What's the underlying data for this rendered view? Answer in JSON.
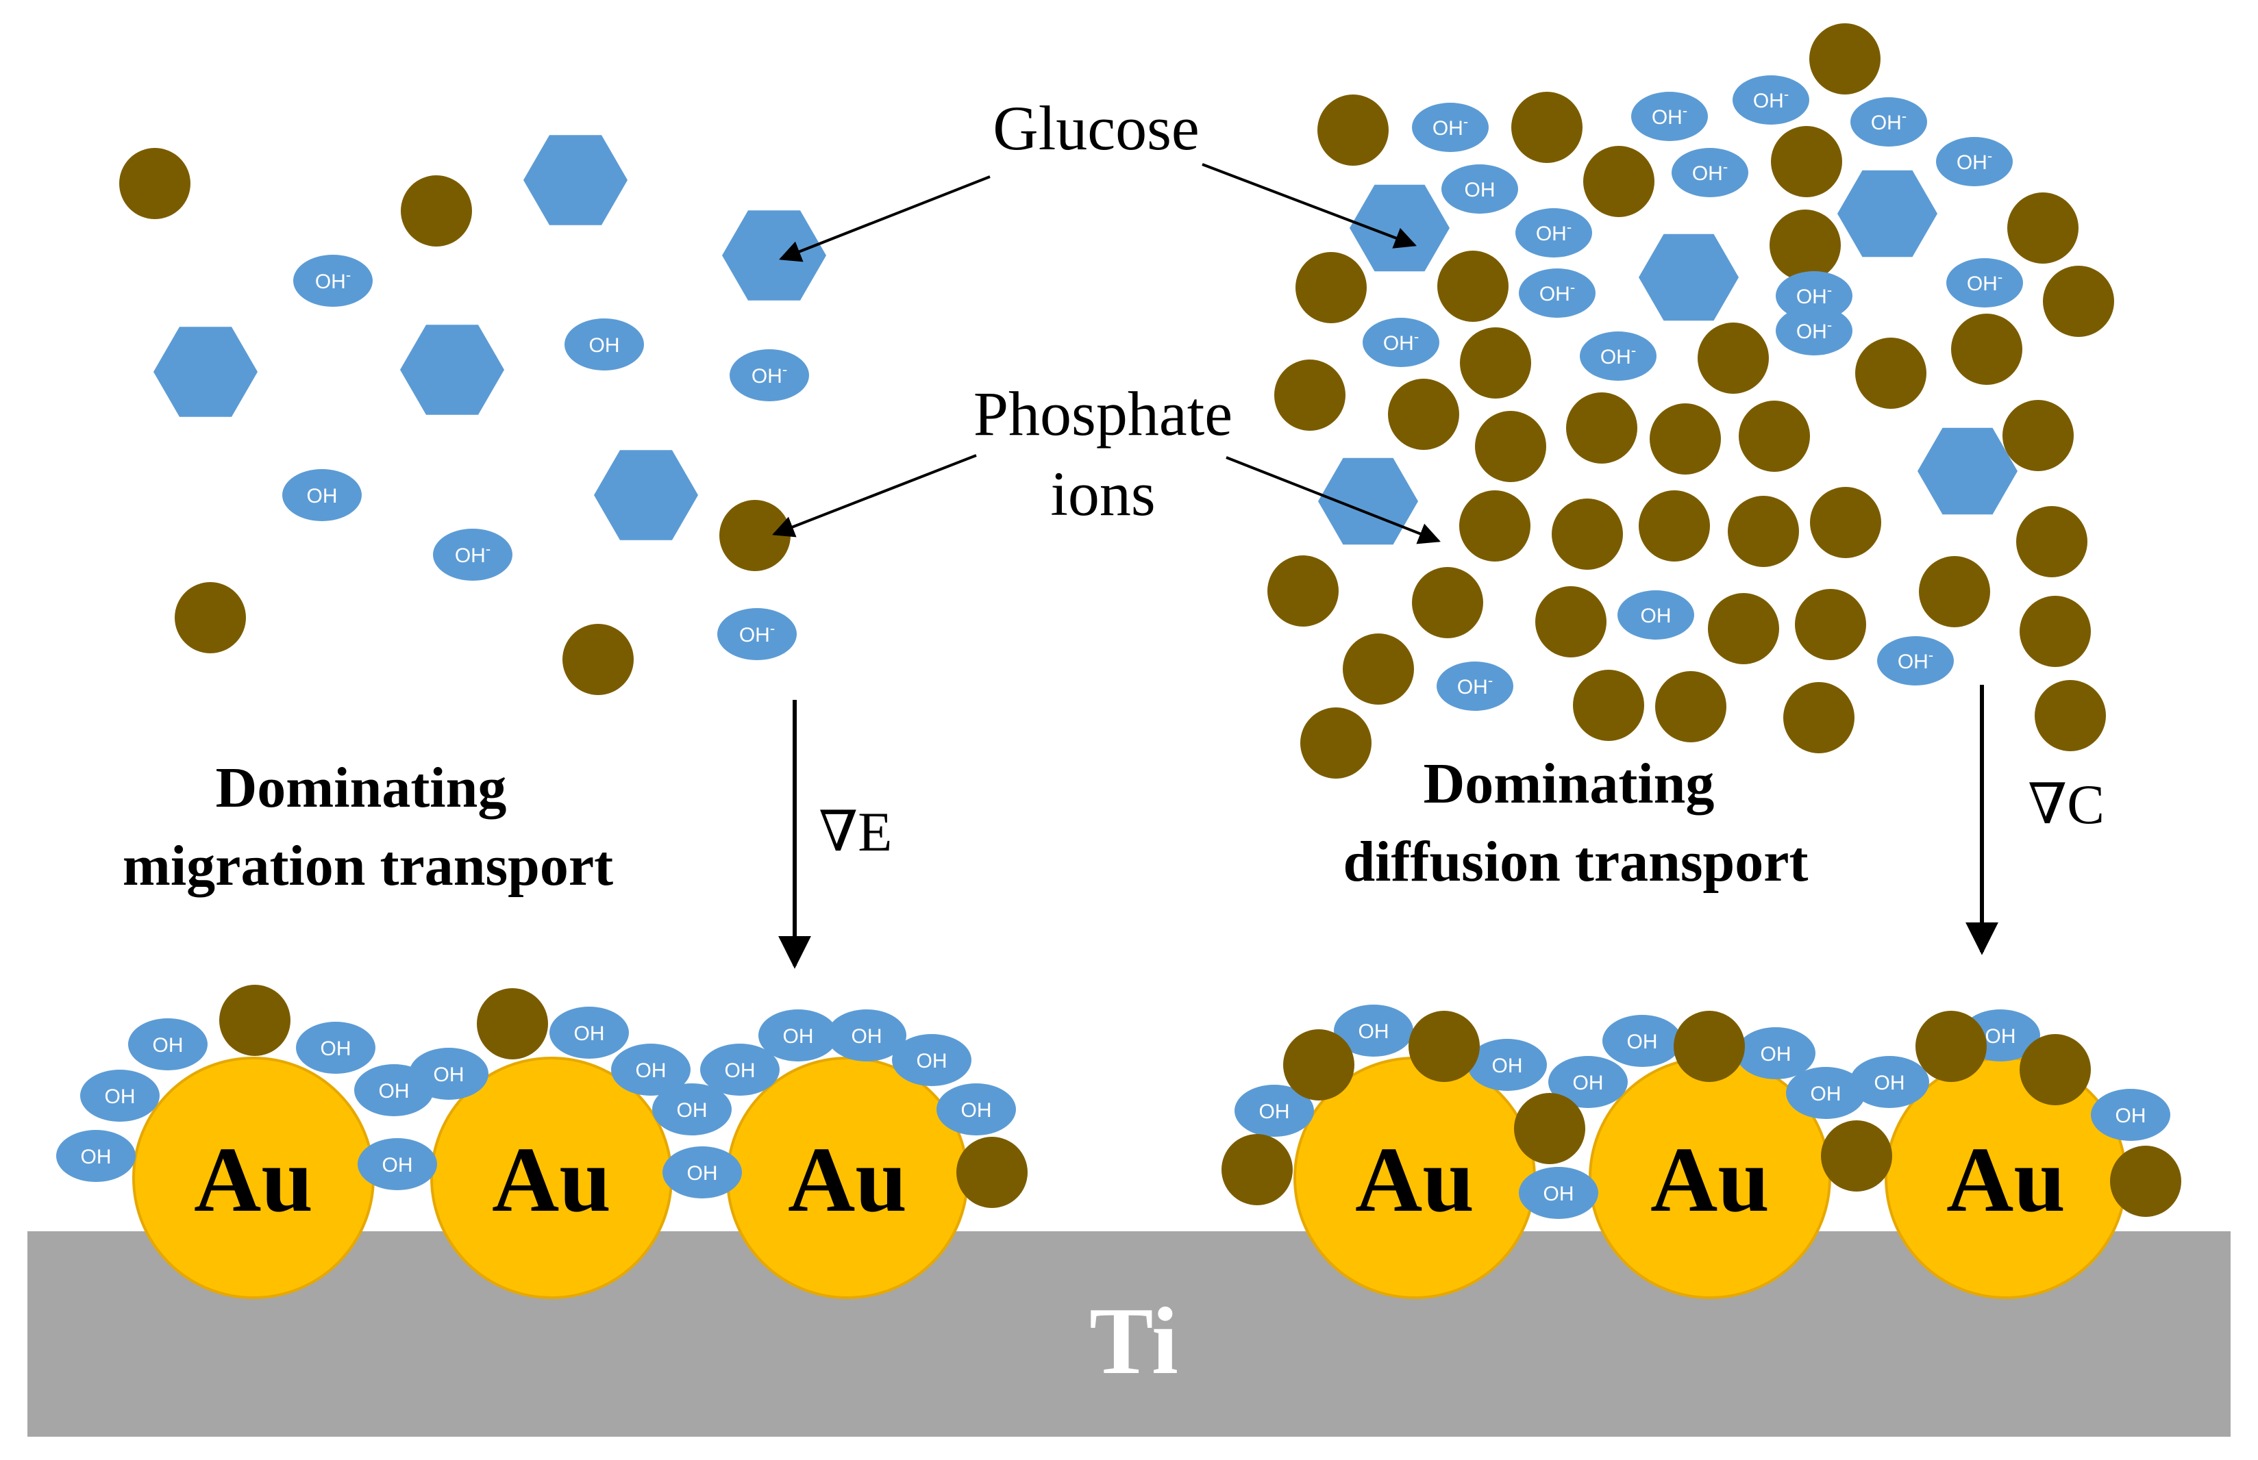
{
  "labels": {
    "glucose": "Glucose",
    "phosphate_line1": "Phosphate",
    "phosphate_line2": "ions",
    "left_title_line1": "Dominating",
    "left_title_line2": "migration transport",
    "right_title_line1": "Dominating",
    "right_title_line2": "diffusion transport",
    "grad_e": "∇E",
    "grad_c": "∇C",
    "substrate": "Ti",
    "particle": "Au",
    "hydroxide": "OH",
    "hydroxide_charge": "-"
  },
  "colors": {
    "phosphate": "#7a5c00",
    "glucose": "#5b9bd5",
    "hydroxide": "#5b9bd5",
    "gold": "#ffc000",
    "gold_edge": "#e6a800",
    "substrate": "#a6a6a6"
  }
}
